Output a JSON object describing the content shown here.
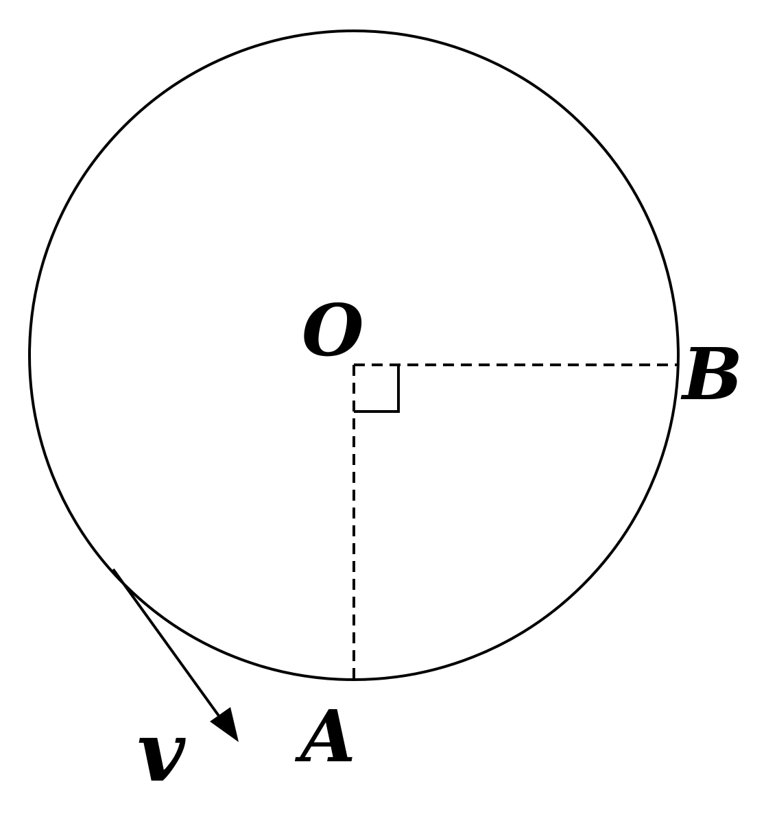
{
  "labels": {
    "center": "O",
    "point_a": "A",
    "point_b": "B",
    "velocity": "v"
  },
  "colors": {
    "stroke": "#000000",
    "background": "#ffffff"
  }
}
